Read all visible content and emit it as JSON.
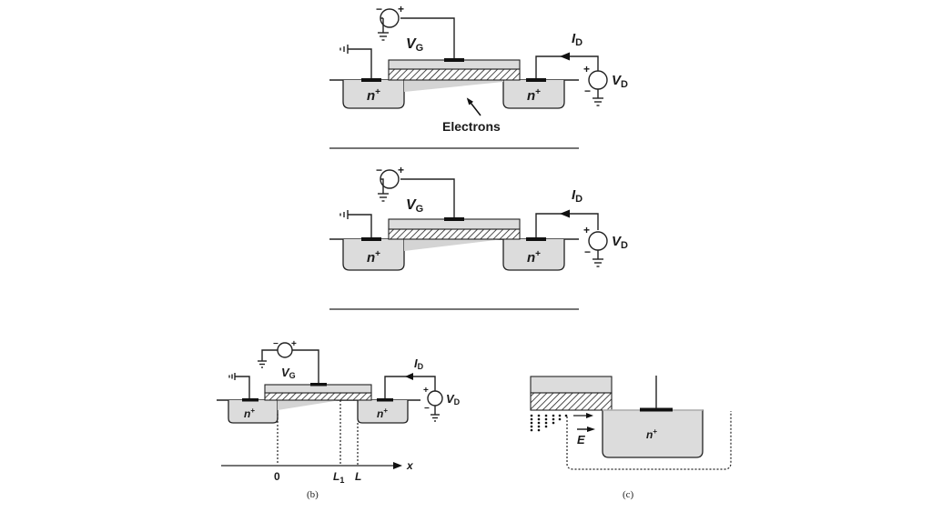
{
  "figure": {
    "panel_top": {
      "gate_source_label": "V",
      "gate_source_sub": "G",
      "drain_source_label": "V",
      "drain_source_sub": "D",
      "current_label": "I",
      "current_sub": "D",
      "source_region_label": "n",
      "drain_region_label": "n",
      "doping_sup": "+",
      "channel_annotation": "Electrons",
      "plus": "+",
      "minus": "−"
    },
    "panel_middle": {
      "gate_source_label": "V",
      "gate_source_sub": "G",
      "drain_source_label": "V",
      "drain_source_sub": "D",
      "current_label": "I",
      "current_sub": "D",
      "source_region_label": "n",
      "drain_region_label": "n",
      "doping_sup": "+",
      "plus": "+",
      "minus": "−"
    },
    "panel_b": {
      "gate_source_label": "V",
      "gate_source_sub": "G",
      "drain_source_label": "V",
      "drain_source_sub": "D",
      "current_label": "I",
      "current_sub": "D",
      "source_region_label": "n",
      "drain_region_label": "n",
      "doping_sup": "+",
      "axis_label": "x",
      "axis_ticks": [
        {
          "label": "0",
          "sub": ""
        },
        {
          "label": "L",
          "sub": "1"
        },
        {
          "label": "L",
          "sub": ""
        }
      ],
      "caption": "(b)",
      "plus": "+",
      "minus": "−"
    },
    "panel_c": {
      "drain_region_label": "n",
      "doping_sup": "+",
      "field_label": "E",
      "caption": "(c)"
    }
  }
}
